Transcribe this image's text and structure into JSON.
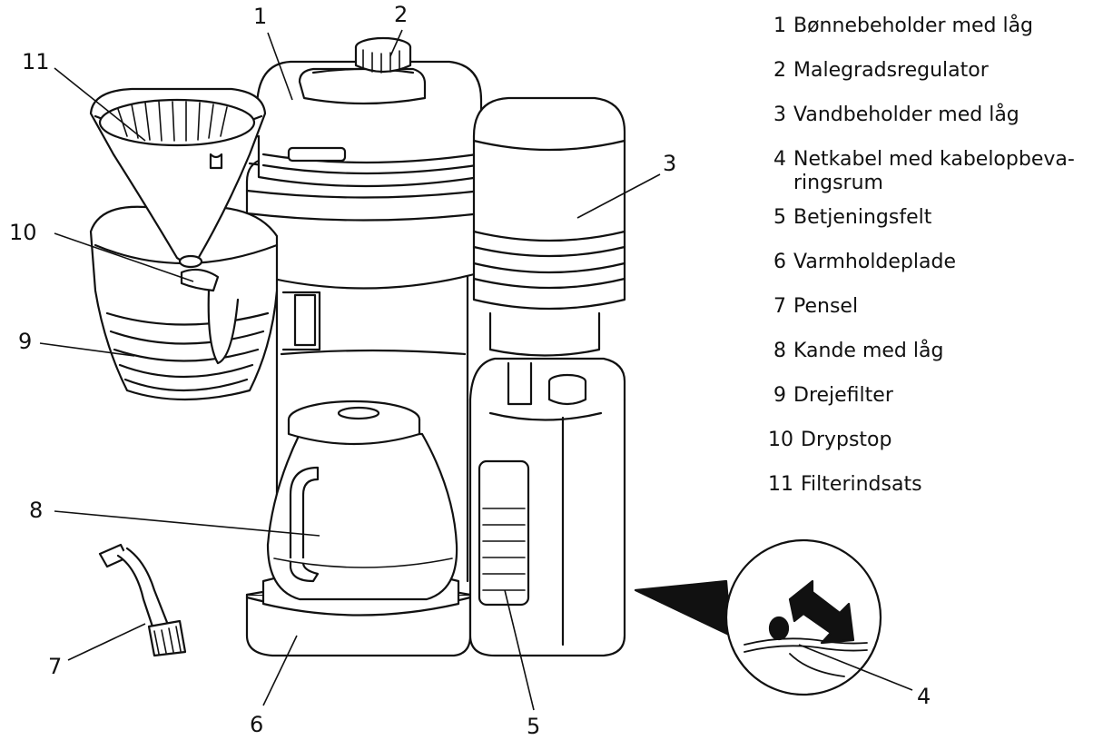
{
  "callouts": {
    "c1": "1",
    "c2": "2",
    "c3": "3",
    "c4": "4",
    "c5": "5",
    "c6": "6",
    "c7": "7",
    "c8": "8",
    "c9": "9",
    "c10": "10",
    "c11": "11"
  },
  "legend": [
    {
      "num": "1",
      "label": "Bønnebeholder med låg"
    },
    {
      "num": "2",
      "label": "Malegradsregulator"
    },
    {
      "num": "3",
      "label": "Vandbeholder med låg"
    },
    {
      "num": "4",
      "label": "Netkabel med kabelopbeva- ringsrum"
    },
    {
      "num": "5",
      "label": "Betjeningsfelt"
    },
    {
      "num": "6",
      "label": "Varmholdeplade"
    },
    {
      "num": "7",
      "label": "Pensel"
    },
    {
      "num": "8",
      "label": "Kande med låg"
    },
    {
      "num": "9",
      "label": "Drejefilter"
    },
    {
      "num": "10",
      "label": "Drypstop"
    },
    {
      "num": "11",
      "label": "Filterindsats"
    }
  ]
}
